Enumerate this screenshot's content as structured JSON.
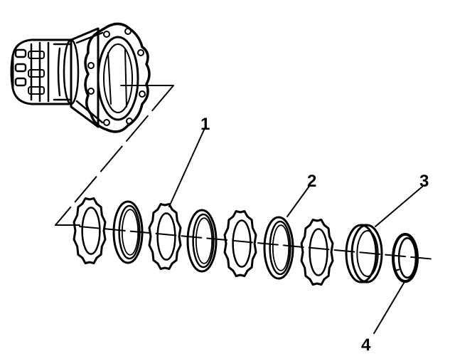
{
  "diagram": {
    "ink_color": "#000000",
    "background_color": "#ffffff",
    "callouts": [
      {
        "id": "1",
        "label": "1",
        "points_to": "steel-clutch-plate"
      },
      {
        "id": "2",
        "label": "2",
        "points_to": "friction-clutch-plate"
      },
      {
        "id": "3",
        "label": "3",
        "points_to": "backing-plate"
      },
      {
        "id": "4",
        "label": "4",
        "points_to": "snap-ring"
      }
    ],
    "components": [
      {
        "kind": "housing-drum"
      },
      {
        "kind": "steel-plate"
      },
      {
        "kind": "friction-plate"
      },
      {
        "kind": "steel-plate"
      },
      {
        "kind": "friction-plate"
      },
      {
        "kind": "steel-plate"
      },
      {
        "kind": "friction-plate"
      },
      {
        "kind": "steel-plate"
      },
      {
        "kind": "backing-plate"
      },
      {
        "kind": "snap-ring"
      }
    ]
  }
}
